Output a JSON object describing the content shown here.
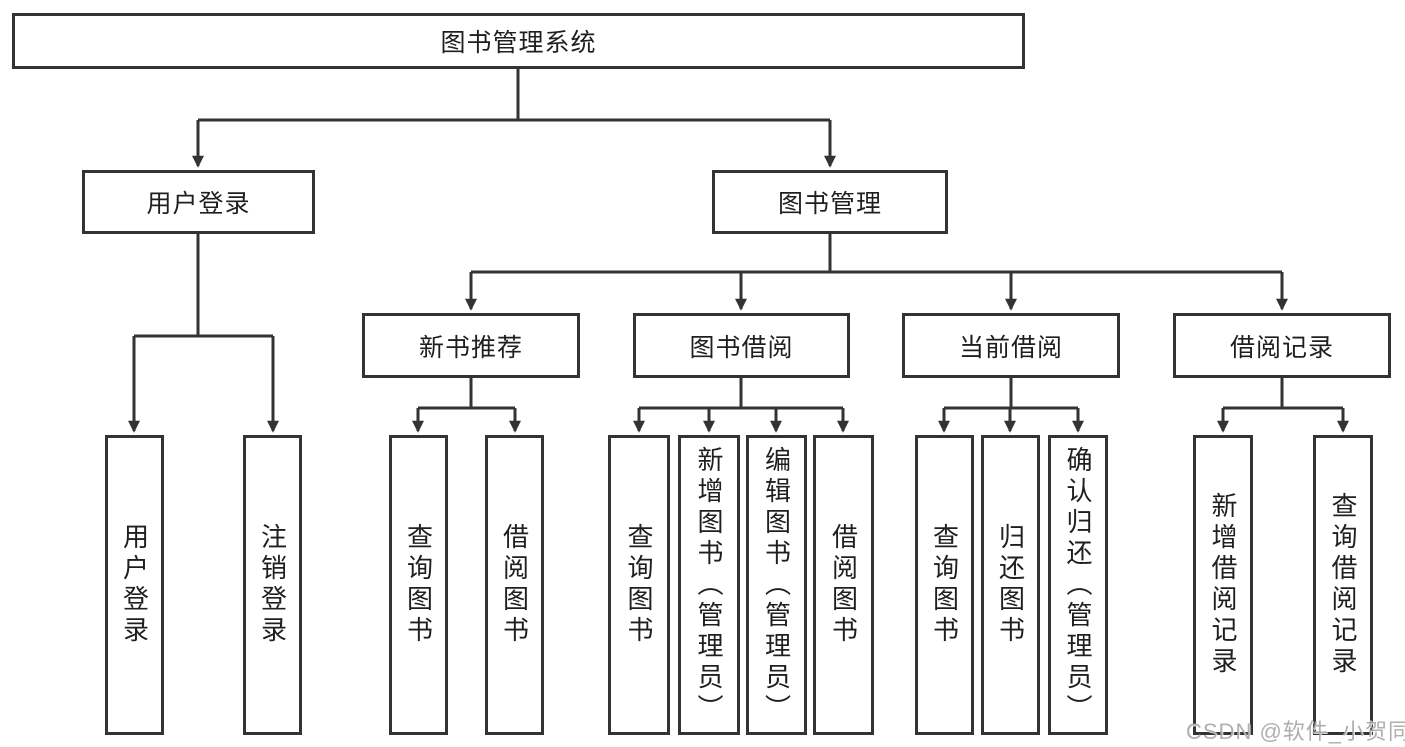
{
  "diagram": {
    "type": "tree",
    "root": {
      "label": "图书管理系统",
      "children": [
        {
          "label": "用户登录",
          "children": [
            {
              "label": "用户登录"
            },
            {
              "label": "注销登录"
            }
          ]
        },
        {
          "label": "图书管理",
          "children": [
            {
              "label": "新书推荐",
              "children": [
                {
                  "label": "查询图书"
                },
                {
                  "label": "借阅图书"
                }
              ]
            },
            {
              "label": "图书借阅",
              "children": [
                {
                  "label": "查询图书"
                },
                {
                  "label": "新增图书（管理员）"
                },
                {
                  "label": "编辑图书（管理员）"
                },
                {
                  "label": "借阅图书"
                }
              ]
            },
            {
              "label": "当前借阅",
              "children": [
                {
                  "label": "查询图书"
                },
                {
                  "label": "归还图书"
                },
                {
                  "label": "确认归还（管理员）"
                }
              ]
            },
            {
              "label": "借阅记录",
              "children": [
                {
                  "label": "新增借阅记录"
                },
                {
                  "label": "查询借阅记录"
                }
              ]
            }
          ]
        }
      ]
    }
  },
  "watermark": {
    "text": "CSDN @软件_小贺同学"
  },
  "colors": {
    "line": "#333333",
    "box_border": "#333333",
    "box_fill": "#ffffff",
    "text": "#1f1f1f",
    "watermark": "#a8a8a8",
    "background": "#ffffff"
  }
}
